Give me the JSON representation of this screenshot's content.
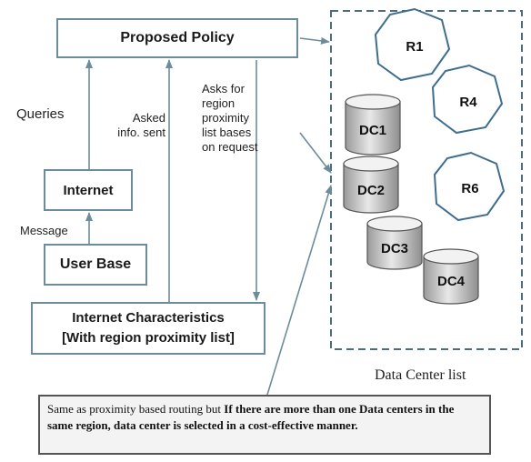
{
  "diagram": {
    "proposed_policy": "Proposed Policy",
    "internet": "Internet",
    "user_base": "User Base",
    "internet_characteristics_line1": "Internet Characteristics",
    "internet_characteristics_line2": "[With region proximity list]",
    "queries": "Queries",
    "message": "Message",
    "asked_info_sent_line1": "Asked",
    "asked_info_sent_line2": "info. sent",
    "asks_for_region_lines": [
      "Asks for",
      "region",
      "proximity",
      "list bases",
      "on request"
    ],
    "regions": [
      "R1",
      "R4",
      "R6"
    ],
    "data_centers": [
      "DC1",
      "DC2",
      "DC3",
      "DC4"
    ],
    "data_center_list": "Data Center list",
    "note_normal": "Same as proximity based routing but ",
    "note_bold": "If there are more than one Data centers in the same region, data center is selected in a cost-effective manner."
  }
}
